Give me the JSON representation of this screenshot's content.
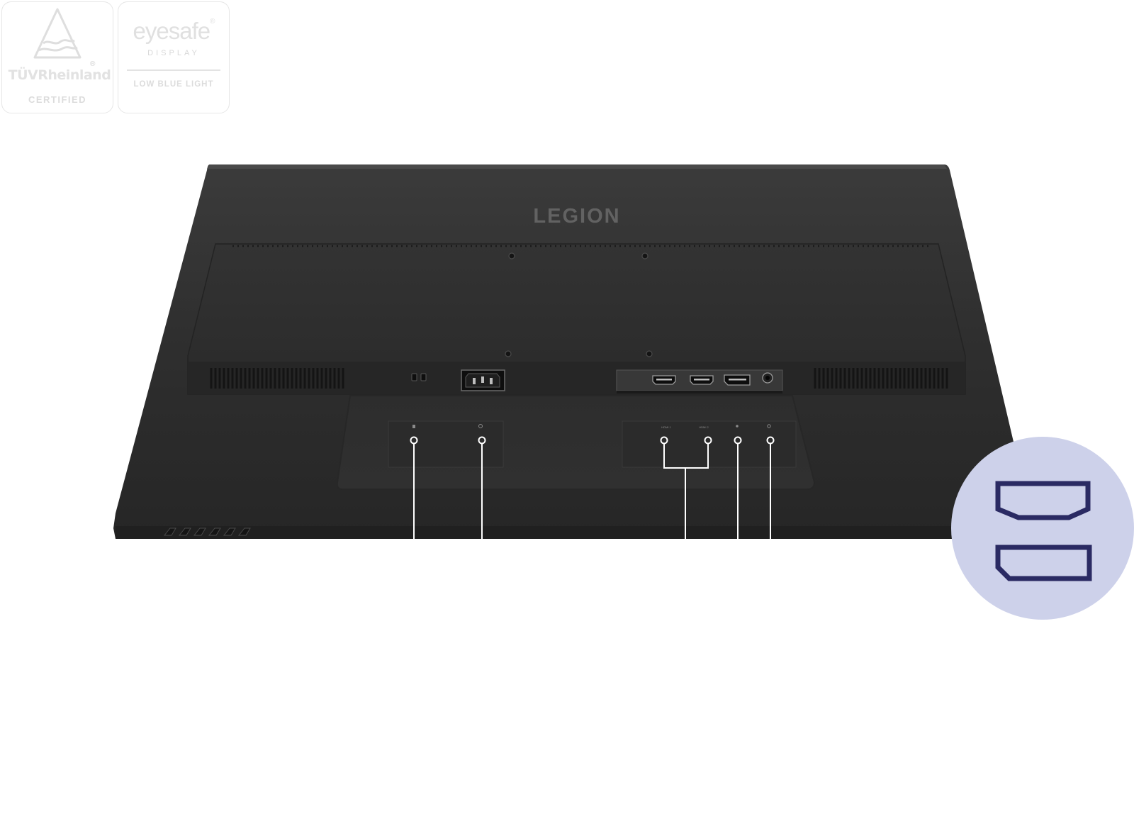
{
  "badges": {
    "tuv": {
      "brand": "TÜVRheinland",
      "sub": "CERTIFIED",
      "reg": "®"
    },
    "eyesafe": {
      "brand": "eyesafe",
      "reg": "®",
      "sub": "DISPLAY",
      "label": "LOW BLUE LIGHT"
    }
  },
  "monitor": {
    "logo": "LEGION",
    "port_labels": [
      "HDMI 1",
      "HDMI 2"
    ]
  },
  "inset": {
    "icons": [
      "hdmi-port-icon",
      "displayport-icon"
    ]
  },
  "colors": {
    "panel": "#2c2c2c",
    "callout_line": "#ffffff",
    "inset_bg": "#cdd1ea",
    "inset_icon": "#2a2a63"
  }
}
